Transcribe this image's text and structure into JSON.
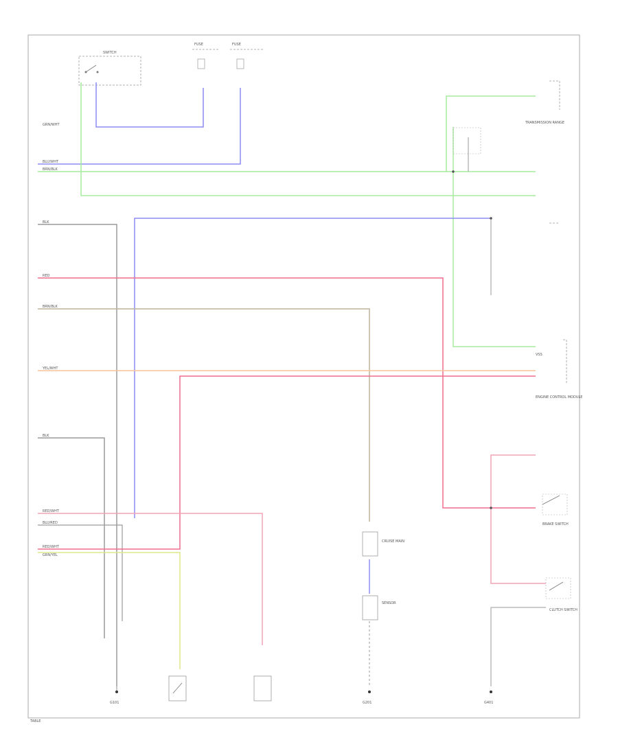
{
  "diagram": {
    "frame_label": "TABLE",
    "wire_colors": {
      "blue": "#8c8cf2",
      "green": "#a6eb9d",
      "red": "#f06b8c",
      "pink": "#f2a3b6",
      "orange": "#f6c49a",
      "gray": "#9a9a9a",
      "olive": "#bdb49a",
      "yellow": "#dde88a",
      "frame": "#aaaaaa"
    },
    "left_wire_labels": [
      "GRN/WHT",
      "BLU/WHT",
      "BRN/BLK",
      "BLK",
      "RED",
      "BRN/BLK",
      "YEL/WHT",
      "BLK",
      "RED/WHT",
      "BLU/RED",
      "RED/WHT",
      "GRN/YEL"
    ],
    "component_labels": {
      "top_switch": "SWITCH",
      "fuse_left": "FUSE",
      "fuse_right": "FUSE",
      "transmission_range": "TRANSMISSION RANGE",
      "vss": "VSS",
      "brake_switch": "BRAKE SWITCH",
      "engine_control": "ENGINE CONTROL MODULE",
      "cruise_main": "CRUISE MAIN",
      "clutch_switch": "CLUTCH SWITCH",
      "ground_left": "G101",
      "ground_mid": "G201",
      "ground_right": "G401",
      "sensor_mid": "SENSOR"
    }
  }
}
